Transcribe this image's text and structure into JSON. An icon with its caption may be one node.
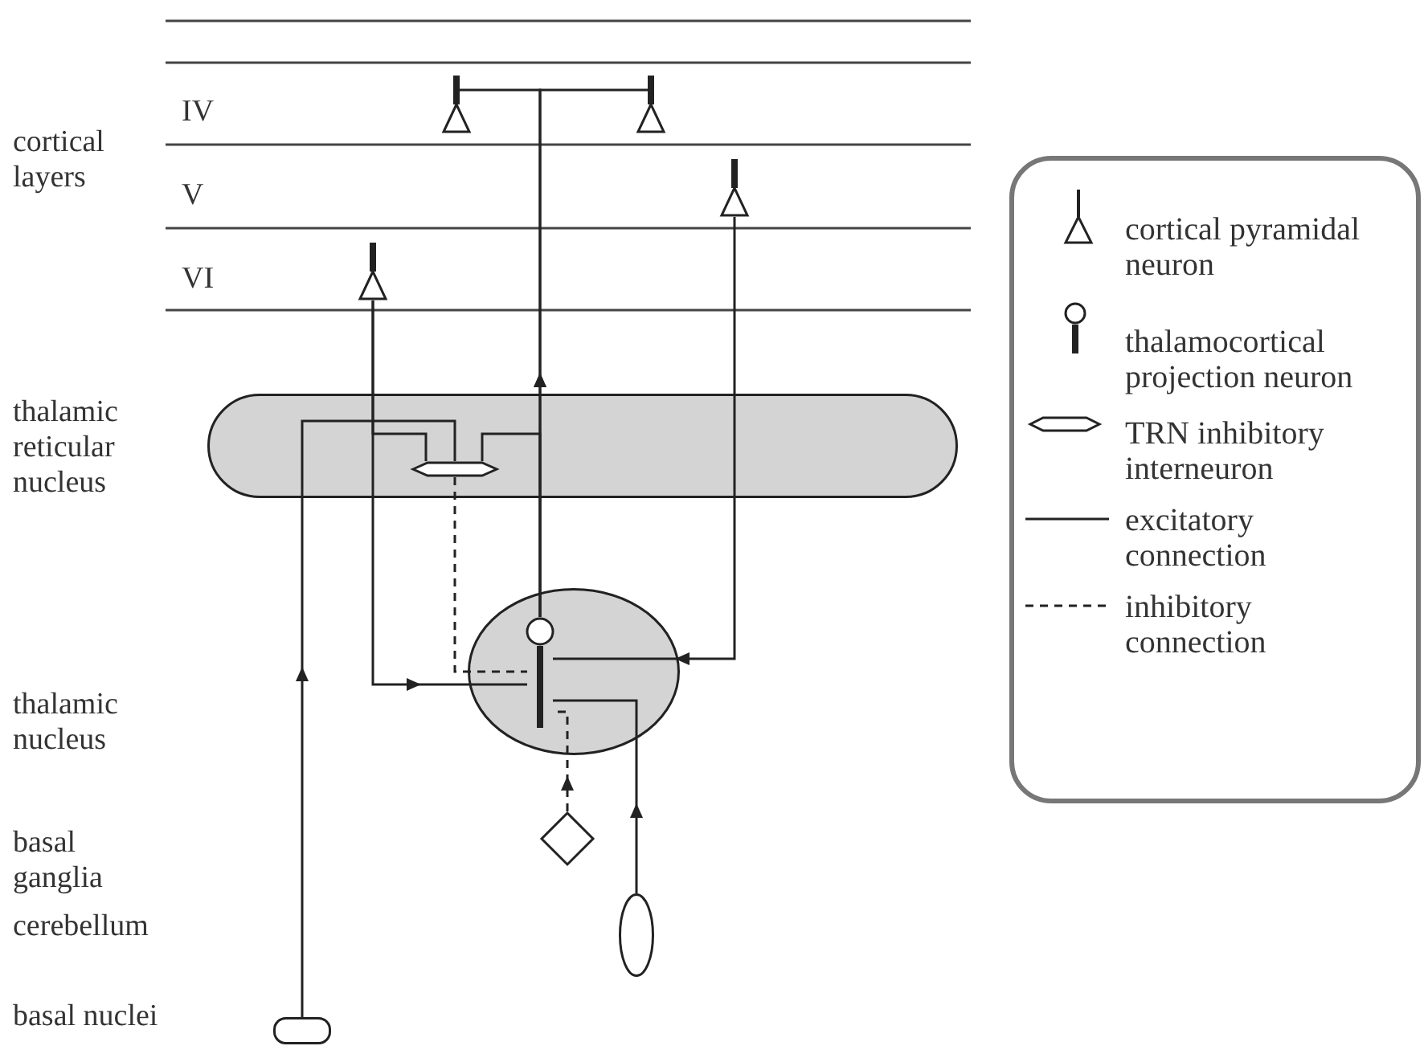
{
  "diagram": {
    "nodes": [
      {
        "text": [],
        "shape": "triangle"
      },
      {
        "text": [],
        "shape": "triangle"
      },
      {
        "text": [],
        "shape": "triangle"
      },
      {
        "text": [],
        "shape": "triangle"
      },
      {
        "text": [],
        "shape": "band"
      },
      {
        "text": [],
        "shape": "hexagon",
        "in": 4
      },
      {
        "text": [],
        "shape": "ellipse"
      },
      {
        "text": [],
        "shape": "circle",
        "in": 6
      },
      {
        "text": [],
        "shape": "diamond"
      },
      {
        "text": [],
        "shape": "oval"
      },
      {
        "text": [],
        "shape": "box"
      }
    ],
    "edges": [
      {
        "from": 7,
        "to": 0,
        "arrow": "to"
      },
      {
        "from": 7,
        "to": 1,
        "arrow": "to"
      },
      {
        "from": 7,
        "to": 5,
        "arrow": "none"
      },
      {
        "from": 3,
        "to": 5,
        "arrow": "none"
      },
      {
        "from": 3,
        "to": 7,
        "arrow": "to"
      },
      {
        "from": 2,
        "to": 7,
        "arrow": "to"
      },
      {
        "from": 10,
        "to": 5,
        "arrow": "to"
      },
      {
        "from": 5,
        "to": 7,
        "arrow": "none",
        "style": "dashed"
      },
      {
        "from": 8,
        "to": 7,
        "arrow": "to",
        "style": "dashed"
      },
      {
        "from": 9,
        "to": 7,
        "arrow": "to"
      }
    ],
    "labels": [
      "cortical layers",
      "IV",
      "V",
      "VI",
      "thalamic reticular nucleus",
      "thalamic nucleus",
      "basal ganglia",
      "cerebellum",
      "basal nuclei"
    ],
    "legend": [
      {
        "text": "cortical pyramidal neuron"
      },
      {
        "text": "thalamocortical projection neuron"
      },
      {
        "text": "TRN inhibitory interneuron"
      },
      {
        "text": "excitatory connection"
      },
      {
        "text": "inhibitory connection"
      }
    ]
  }
}
